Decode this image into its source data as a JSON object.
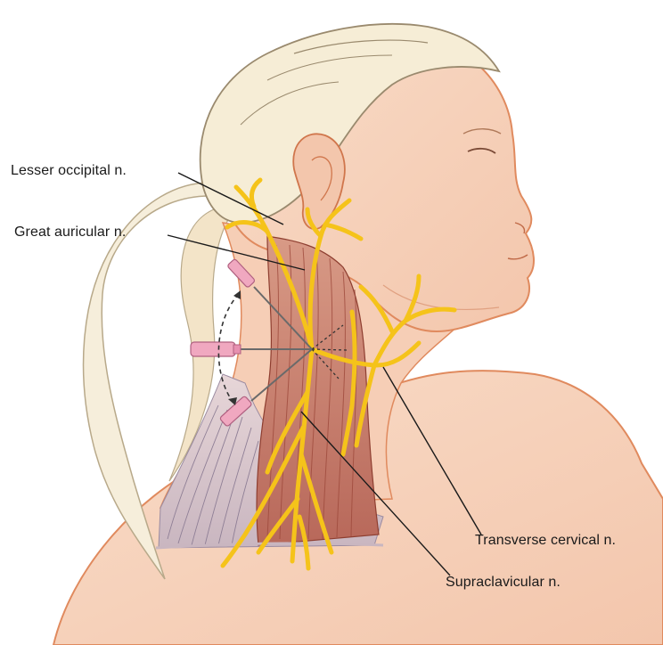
{
  "labels": {
    "lesser_occipital": "Lesser occipital  n.",
    "great_auricular": "Great auricular n.",
    "transverse_cervical": "Transverse cervical n.",
    "supraclavicular": "Supraclavicular n."
  },
  "colors": {
    "skin": "#f8d5bf",
    "skin_outline": "#e08a5e",
    "hair": "#f4e9cf",
    "hair_outline": "#9a8a6e",
    "muscle": "#c9806e",
    "muscle_stripe": "#9e4a3c",
    "nerve": "#f5c31a",
    "nerve_outline": "#c99800",
    "needle_hub": "#f0a8c0",
    "leader_line": "#1a1a1a"
  }
}
